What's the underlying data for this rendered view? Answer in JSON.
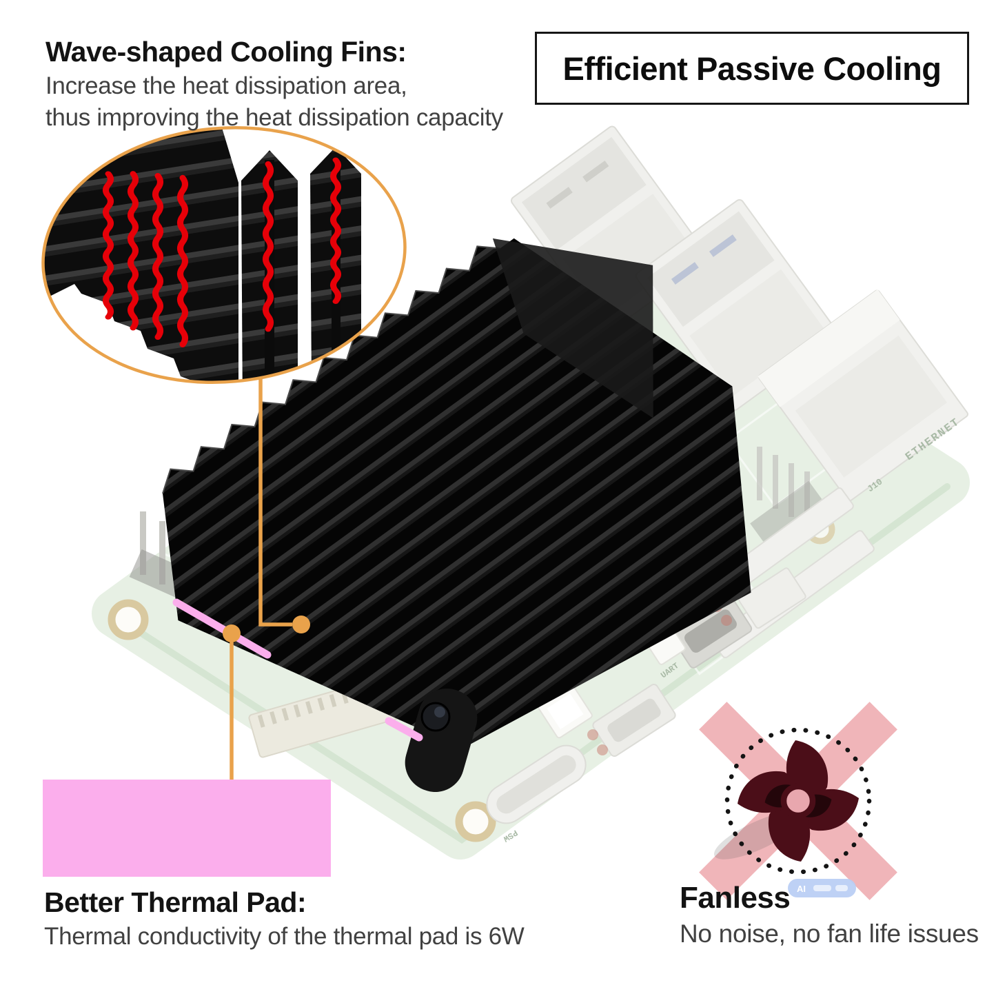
{
  "annotations": {
    "cooling_fins": {
      "title": "Wave-shaped Cooling Fins:",
      "line1": "Increase the heat dissipation area,",
      "line2": "thus improving the heat dissipation capacity"
    },
    "headline": {
      "text": "Efficient Passive Cooling"
    },
    "thermal_pad": {
      "title": "Better Thermal Pad:",
      "line1": "Thermal conductivity of the thermal pad is 6W"
    },
    "fanless": {
      "title": "Fanless",
      "line1": "No noise, no fan life issues"
    }
  },
  "board": {
    "silkscreen": {
      "j10": "J10",
      "ethernet": "ETHERNET",
      "psw": "PSW",
      "uart": "UART"
    }
  },
  "badge": {
    "text": "AI"
  },
  "colors": {
    "accent_orange": "#E9A24B",
    "thermal_pad_pink": "#FBAEEC",
    "fin_highlight_red": "#E60008",
    "fan_maroon": "#4B0E18",
    "cross_pink": "#F0B5B9",
    "board_mint": "#E7F0E4",
    "heatsink_black": "#151515"
  }
}
